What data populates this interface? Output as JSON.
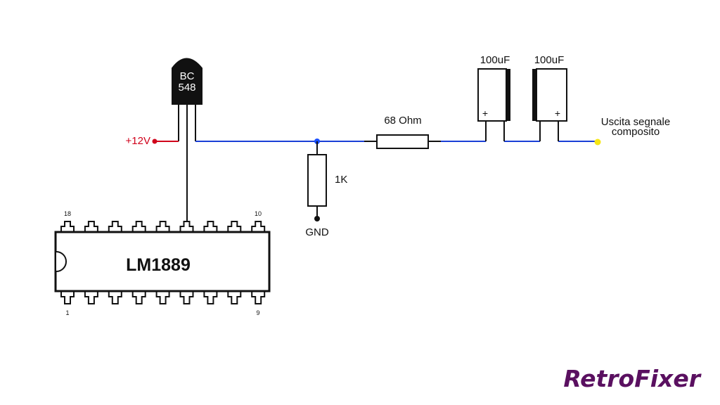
{
  "transistor": {
    "line1": "BC",
    "line2": "548"
  },
  "supply": {
    "label": "+12V"
  },
  "resistor_series": {
    "label": "68 Ohm"
  },
  "resistor_ground": {
    "label": "1K"
  },
  "ground": {
    "label": "GND"
  },
  "cap1": {
    "label": "100uF",
    "polarity": "+"
  },
  "cap2": {
    "label": "100uF",
    "polarity": "+"
  },
  "output": {
    "line1": "Uscita segnale",
    "line2": "composito"
  },
  "ic": {
    "label": "LM1889",
    "pin_top_left": "18",
    "pin_top_right": "10",
    "pin_bottom_left": "1",
    "pin_bottom_right": "9"
  },
  "logo": {
    "text": "RetroFixer"
  },
  "colors": {
    "supply_wire": "#d0021b",
    "signal_wire": "#1a3fd6",
    "junction": "#1a4fff",
    "output_dot": "#f5e616",
    "logo": "#5a1060",
    "outline": "#111111"
  }
}
